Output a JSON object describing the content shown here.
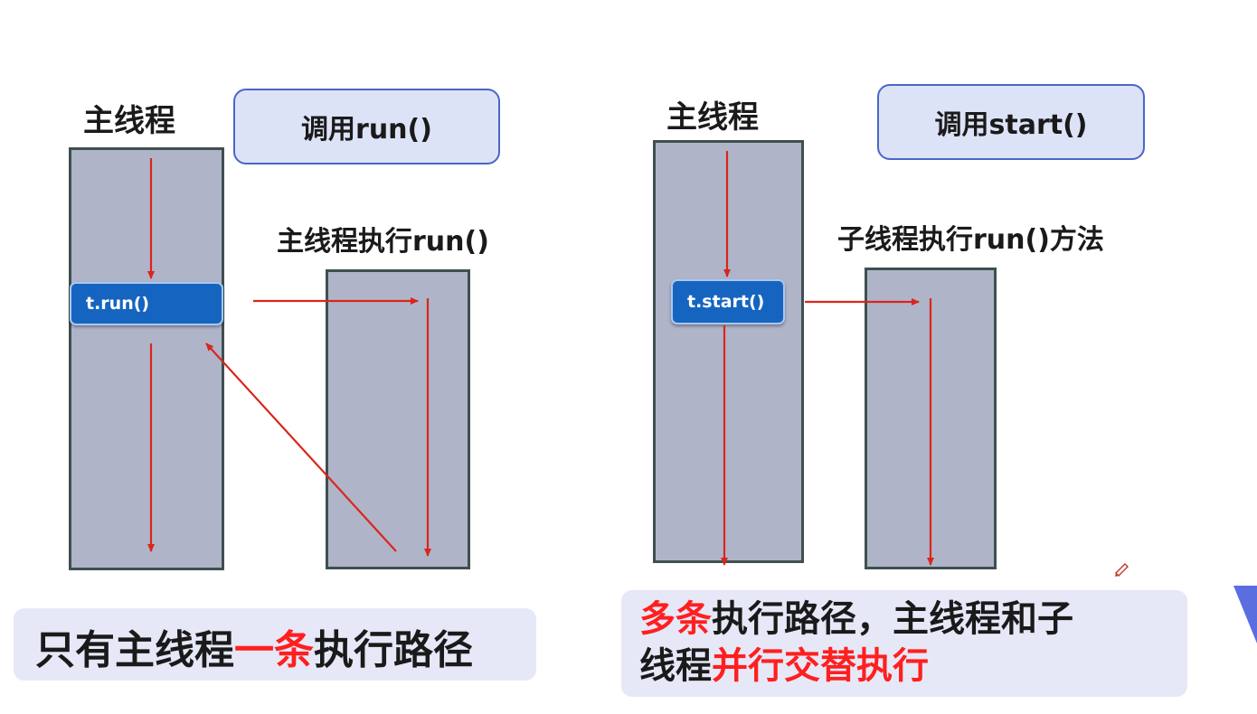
{
  "left": {
    "main_thread_label": "主线程",
    "call_label": "调用run()",
    "exec_label": "主线程执行run()",
    "method_chip": "t.run()",
    "summary": {
      "prefix": "只有主线程",
      "highlight": "一条",
      "suffix": "执行路径"
    }
  },
  "right": {
    "main_thread_label": "主线程",
    "call_label": "调用start()",
    "exec_label": "子线程执行run()方法",
    "method_chip": "t.start()",
    "summary": {
      "line1_highlight": "多条",
      "line1_suffix": "执行路径，主线程和子",
      "line2_prefix": "线程",
      "line2_highlight": "并行交替执行"
    }
  },
  "colors": {
    "arrow": "#d9261c",
    "thread_fill": "#b0b4c9",
    "chip": "#1565c0",
    "highlight": "#ff1f1f"
  }
}
